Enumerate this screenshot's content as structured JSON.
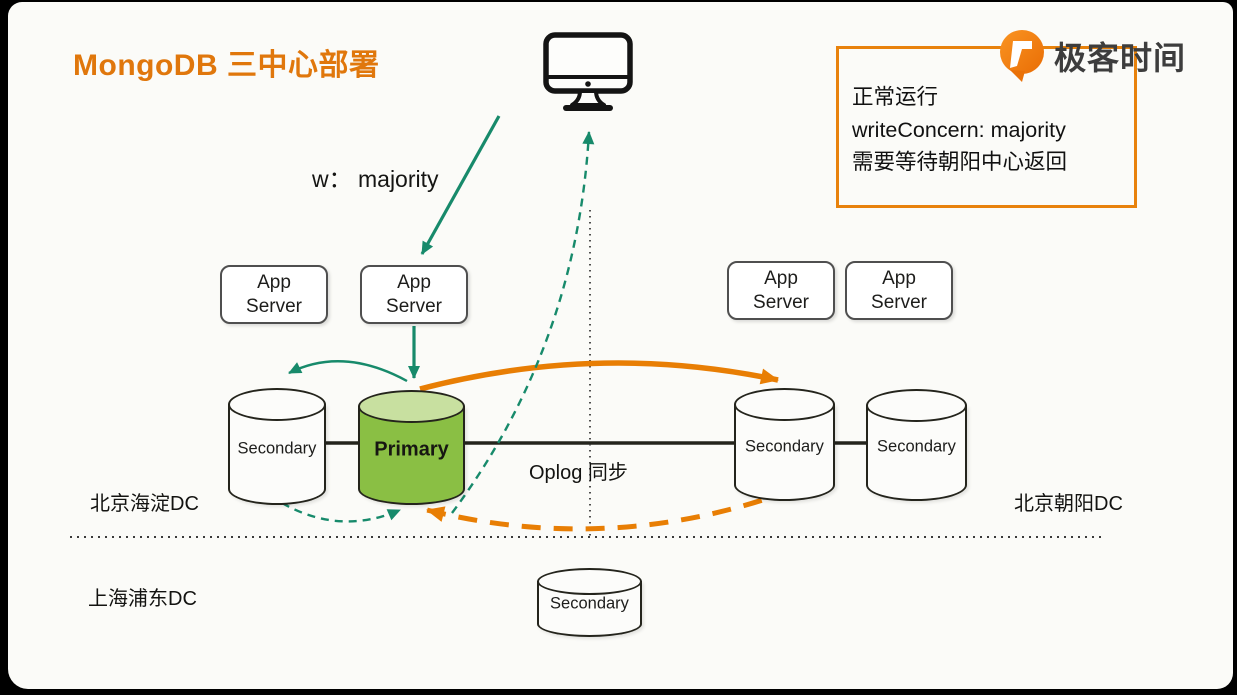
{
  "slide": {
    "title": "MongoDB 三中心部署",
    "write_label": "w： majority",
    "oplog_label": "Oplog 同步"
  },
  "note_box": {
    "lines": [
      "正常运行",
      "writeConcern: majority",
      "需要等待朝阳中心返回"
    ]
  },
  "brand": {
    "name": "极客时间"
  },
  "datacenters": {
    "left": "北京海淀DC",
    "right": "北京朝阳DC",
    "bottom": "上海浦东DC"
  },
  "nodes": {
    "app_server": [
      "App",
      "Server"
    ],
    "primary": "Primary",
    "secondary": "Secondary"
  },
  "icons": [
    "client-monitor-icon",
    "geektime-logo-icon"
  ],
  "colors": {
    "accent_orange": "#e8820c",
    "arrow_orange": "#e87e04",
    "teal": "#178a6b",
    "primary_green": "#8abf44",
    "primary_green_light": "#c8e0a0",
    "ink": "#1d1d1b",
    "background": "#fbfbf8"
  }
}
